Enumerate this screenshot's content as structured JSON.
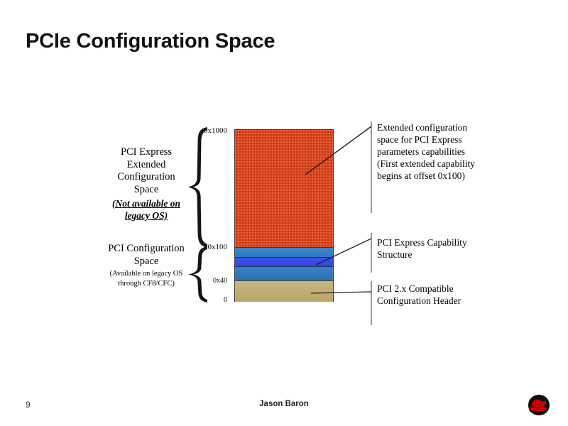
{
  "slide": {
    "title": "PCIe Configuration Space",
    "page_number": "9",
    "author": "Jason Baron",
    "logo_name": "red-hat-shadowman-logo"
  },
  "diagram": {
    "offsets": {
      "top": "0x1000",
      "ext_start": "0x100",
      "header_end": "0x40",
      "base": "0"
    },
    "left_labels": {
      "extended": {
        "main": "PCI Express Extended Configuration Space",
        "note": "(Not available on legacy OS)"
      },
      "pci_conf": {
        "main": "PCI Configuration Space",
        "sub": "(Available on legacy OS through CF8/CFC)"
      }
    },
    "right_labels": {
      "extended": "Extended configuration space for PCI Express parameters capabilities (First extended capability begins at offset 0x100)",
      "cap_structure": "PCI Express Capability Structure",
      "compat_header": "PCI 2.x Compatible Configuration Header"
    },
    "segments": [
      {
        "name": "extended-configuration-space",
        "color": "#d8451f",
        "range_start": "0x100",
        "range_end": "0x1000"
      },
      {
        "name": "pcie-capability-structure-band-1",
        "color": "#3b87c9"
      },
      {
        "name": "pcie-capability-structure-band-2",
        "color": "#3f52e8"
      },
      {
        "name": "pcie-capability-structure-band-3",
        "color": "#3a82c4"
      },
      {
        "name": "pci-compatible-configuration-header",
        "color": "#c9b680",
        "range_start": "0",
        "range_end": "0x40"
      }
    ]
  }
}
